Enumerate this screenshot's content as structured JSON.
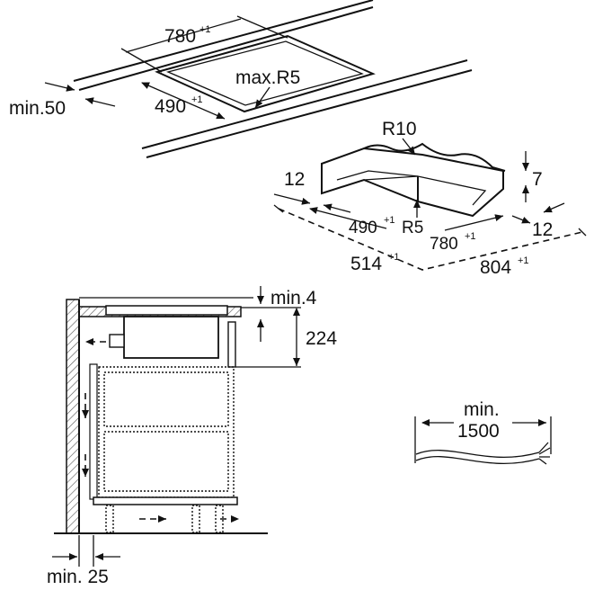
{
  "colors": {
    "ink": "#111111",
    "background": "#ffffff",
    "wood_hatch": "#555555"
  },
  "cutout": {
    "width": "780",
    "width_tol": "+1",
    "depth": "490",
    "depth_tol": "+1",
    "corner_radius": "max.R5",
    "min_edge": "min.50"
  },
  "frame": {
    "outer_radius": "R10",
    "rim_left": "12",
    "rim_right": "12",
    "rim_height": "7",
    "inner_depth": "490",
    "inner_depth_tol": "+1",
    "inner_radius": "R5",
    "inner_width": "780",
    "inner_width_tol": "+1",
    "outer_depth": "514",
    "outer_depth_tol": "+1",
    "outer_width": "804",
    "outer_width_tol": "+1"
  },
  "section": {
    "min_gap": "min.4",
    "height": "224",
    "min_wall": "min. 25"
  },
  "cable": {
    "line1": "min.",
    "line2": "1500"
  }
}
